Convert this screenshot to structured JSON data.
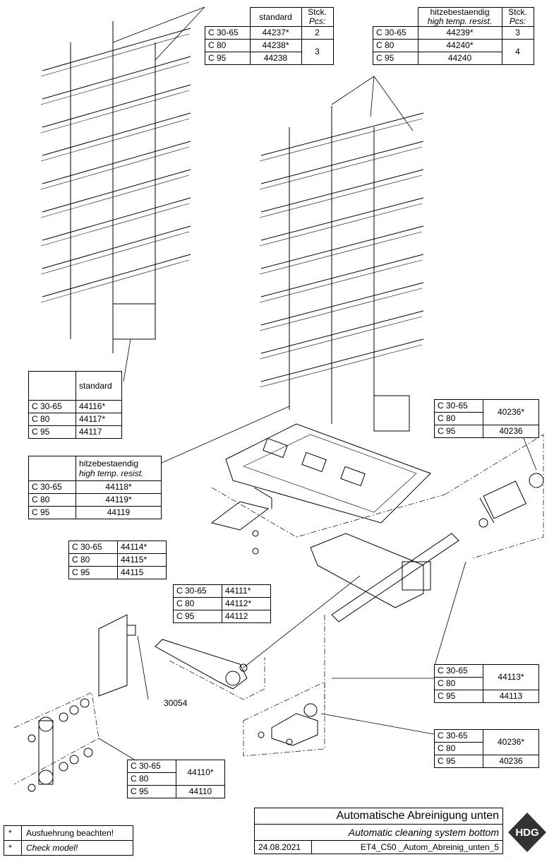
{
  "tables": {
    "t1": {
      "col_header": "standard",
      "qty_header": "Stck.",
      "qty_header_en": "Pcs:",
      "rows": [
        {
          "model": "C 30-65",
          "part": "44237*",
          "qty": "2"
        },
        {
          "model": "C 80",
          "part": "44238*",
          "qty": "3"
        },
        {
          "model": "C 95",
          "part": "44238",
          "qty": ""
        }
      ]
    },
    "t2": {
      "col_header": "hitzebestaendig",
      "col_header_en": "high temp. resist.",
      "qty_header": "Stck.",
      "qty_header_en": "Pcs:",
      "rows": [
        {
          "model": "C 30-65",
          "part": "44239*",
          "qty": "3"
        },
        {
          "model": "C 80",
          "part": "44240*",
          "qty": "4"
        },
        {
          "model": "C 95",
          "part": "44240",
          "qty": ""
        }
      ]
    },
    "t3": {
      "col_header": "standard",
      "rows": [
        {
          "model": "C 30-65",
          "part": "44116*"
        },
        {
          "model": "C 80",
          "part": "44117*"
        },
        {
          "model": "C 95",
          "part": "44117"
        }
      ]
    },
    "t4": {
      "col_header": "hitzebestaendig",
      "col_header_en": "high temp. resist.",
      "rows": [
        {
          "model": "C 30-65",
          "part": "44118*"
        },
        {
          "model": "C 80",
          "part": "44119*"
        },
        {
          "model": "C 95",
          "part": "44119"
        }
      ]
    },
    "t5": {
      "rows": [
        {
          "model": "C 30-65",
          "part": "40236*"
        },
        {
          "model": "C 80",
          "part": ""
        },
        {
          "model": "C 95",
          "part": "40236"
        }
      ]
    },
    "t6": {
      "rows": [
        {
          "model": "C 30-65",
          "part": "44114*"
        },
        {
          "model": "C 80",
          "part": "44115*"
        },
        {
          "model": "C 95",
          "part": "44115"
        }
      ]
    },
    "t7": {
      "rows": [
        {
          "model": "C 30-65",
          "part": "44111*"
        },
        {
          "model": "C 80",
          "part": "44112*"
        },
        {
          "model": "C 95",
          "part": "44112"
        }
      ]
    },
    "t8": {
      "rows": [
        {
          "model": "C 30-65",
          "part": "44113*"
        },
        {
          "model": "C 80",
          "part": ""
        },
        {
          "model": "C 95",
          "part": "44113"
        }
      ]
    },
    "t9": {
      "rows": [
        {
          "model": "C 30-65",
          "part": "40236*"
        },
        {
          "model": "C 80",
          "part": ""
        },
        {
          "model": "C 95",
          "part": "40236"
        }
      ]
    },
    "t10": {
      "rows": [
        {
          "model": "C 30-65",
          "part": "44110*"
        },
        {
          "model": "C 80",
          "part": ""
        },
        {
          "model": "C 95",
          "part": "44110"
        }
      ]
    }
  },
  "part_label_30054": "30054",
  "notes": [
    {
      "mark": "*",
      "text": "Ausfuehrung beachten!"
    },
    {
      "mark": "*",
      "text": "Check model!"
    }
  ],
  "title": {
    "de": "Automatische Abreinigung unten",
    "en": "Automatic cleaning system bottom",
    "date": "24.08.2021",
    "file": "ET4_C50 _Autom_Abreinig_unten_5"
  },
  "logo_text": "HDG",
  "colors": {
    "line": "#000000",
    "logo_bg": "#333333"
  }
}
